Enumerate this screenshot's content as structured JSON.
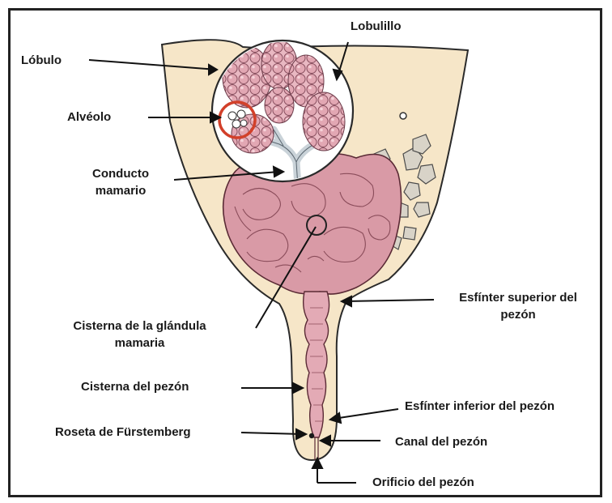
{
  "labels": {
    "lobulo": "Lóbulo",
    "lobulillo": "Lobulillo",
    "alveolo": "Alvéolo",
    "conducto_line1": "Conducto",
    "conducto_line2": "mamario",
    "cisterna_glandula_line1": "Cisterna de la glándula",
    "cisterna_glandula_line2": "mamaria",
    "cisterna_pezon": "Cisterna del pezón",
    "roseta": "Roseta de Fürstemberg",
    "esfinter_superior_line1": "Esfínter superior del",
    "esfinter_superior_line2": "pezón",
    "esfinter_inferior": "Esfínter inferior del pezón",
    "canal": "Canal del pezón",
    "orificio": "Orificio del pezón"
  },
  "colors": {
    "tissue": "#f6e6c8",
    "gland": "#d99aa6",
    "gland_dark": "#9e5a68",
    "alveolus_ring": "#d2402a",
    "fat": "#d8d3c8"
  }
}
